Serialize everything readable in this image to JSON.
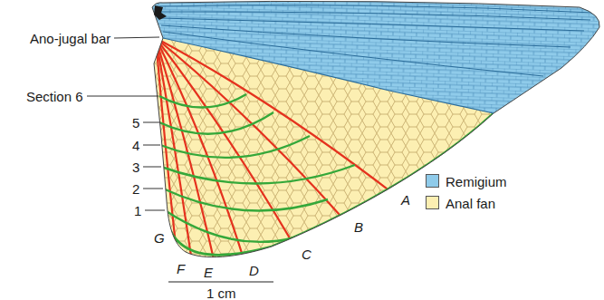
{
  "diagram": {
    "labels": [
      "Ano-jugal bar",
      "Section 6",
      "5",
      "4",
      "3",
      "2",
      "1",
      "A",
      "B",
      "C",
      "D",
      "E",
      "F",
      "G",
      "1 cm"
    ],
    "legend": [
      {
        "text": "Remigium",
        "color": "#8fcbea"
      },
      {
        "text": "Anal fan",
        "color": "#fcefb2"
      }
    ]
  }
}
